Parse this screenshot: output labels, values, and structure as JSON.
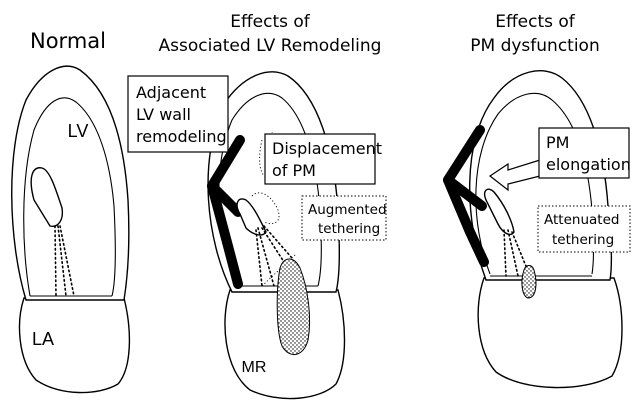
{
  "panels": {
    "normal": {
      "title": "Normal",
      "lv_label": "LV",
      "la_label": "LA"
    },
    "remodeling": {
      "title_line1": "Effects of",
      "title_line2": "Associated LV Remodeling",
      "callout_wall": [
        "Adjacent",
        "LV wall",
        "remodeling"
      ],
      "callout_pm": [
        "Displacement",
        "of PM"
      ],
      "callout_tether": [
        "Augmented",
        "tethering"
      ],
      "mr_label": "MR"
    },
    "pm_dysfunction": {
      "title_line1": "Effects of",
      "title_line2": "PM dysfunction",
      "callout_pm": [
        "PM",
        "elongation"
      ],
      "callout_tether": [
        "Attenuated",
        "tethering"
      ]
    }
  }
}
